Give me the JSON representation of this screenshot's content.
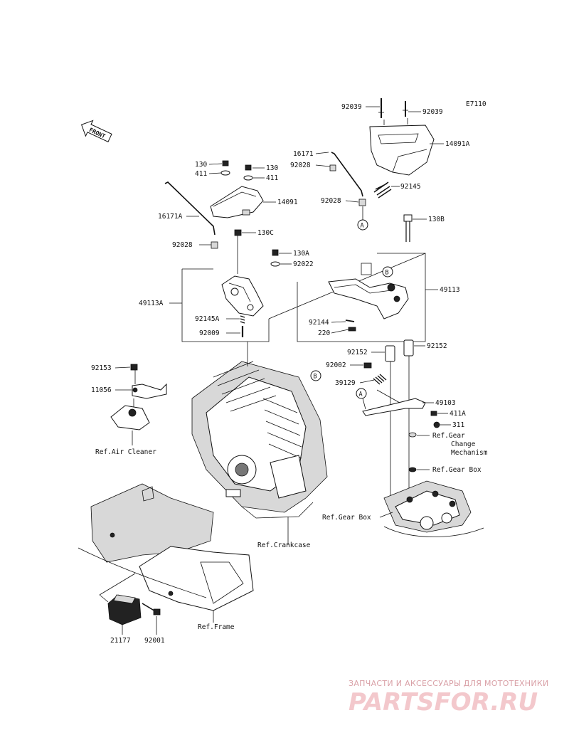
{
  "diagram_code": "E7110",
  "front_label": "FRONT",
  "watermark": {
    "tagline": "ЗАПЧАСТИ И АКСЕССУАРЫ ДЛЯ МОТОТЕХНИКИ",
    "logo": "PARTSFOR.RU"
  },
  "callouts": {
    "a": "A",
    "b": "B"
  },
  "parts": [
    {
      "id": "92039-l",
      "label": "92039"
    },
    {
      "id": "92039-r",
      "label": "92039"
    },
    {
      "id": "14091A",
      "label": "14091A"
    },
    {
      "id": "16171-t",
      "label": "16171"
    },
    {
      "id": "92028-t",
      "label": "92028"
    },
    {
      "id": "92145",
      "label": "92145"
    },
    {
      "id": "92028-m",
      "label": "92028"
    },
    {
      "id": "130-l",
      "label": "130"
    },
    {
      "id": "130-r",
      "label": "130"
    },
    {
      "id": "411-l",
      "label": "411"
    },
    {
      "id": "411-r",
      "label": "411"
    },
    {
      "id": "14091",
      "label": "14091"
    },
    {
      "id": "16171A",
      "label": "16171A"
    },
    {
      "id": "130C",
      "label": "130C"
    },
    {
      "id": "130B",
      "label": "130B"
    },
    {
      "id": "92028-l",
      "label": "92028"
    },
    {
      "id": "130A",
      "label": "130A"
    },
    {
      "id": "92022",
      "label": "92022"
    },
    {
      "id": "49113A",
      "label": "49113A"
    },
    {
      "id": "49113",
      "label": "49113"
    },
    {
      "id": "92145A",
      "label": "92145A"
    },
    {
      "id": "92009",
      "label": "92009"
    },
    {
      "id": "92144",
      "label": "92144"
    },
    {
      "id": "220",
      "label": "220"
    },
    {
      "id": "92152-l",
      "label": "92152"
    },
    {
      "id": "92152-r",
      "label": "92152"
    },
    {
      "id": "92153",
      "label": "92153"
    },
    {
      "id": "92002",
      "label": "92002"
    },
    {
      "id": "11056",
      "label": "11056"
    },
    {
      "id": "39129",
      "label": "39129"
    },
    {
      "id": "49103",
      "label": "49103"
    },
    {
      "id": "411A",
      "label": "411A"
    },
    {
      "id": "311",
      "label": "311"
    },
    {
      "id": "21177",
      "label": "21177"
    },
    {
      "id": "92001",
      "label": "92001"
    }
  ],
  "references": {
    "air_cleaner": "Ref.Air Cleaner",
    "gear_change_1": "Ref.Gear",
    "gear_change_2": "Change",
    "gear_change_3": "Mechanism",
    "gear_box_r": "Ref.Gear Box",
    "gear_box_l": "Ref.Gear Box",
    "crankcase": "Ref.Crankcase",
    "frame": "Ref.Frame"
  }
}
